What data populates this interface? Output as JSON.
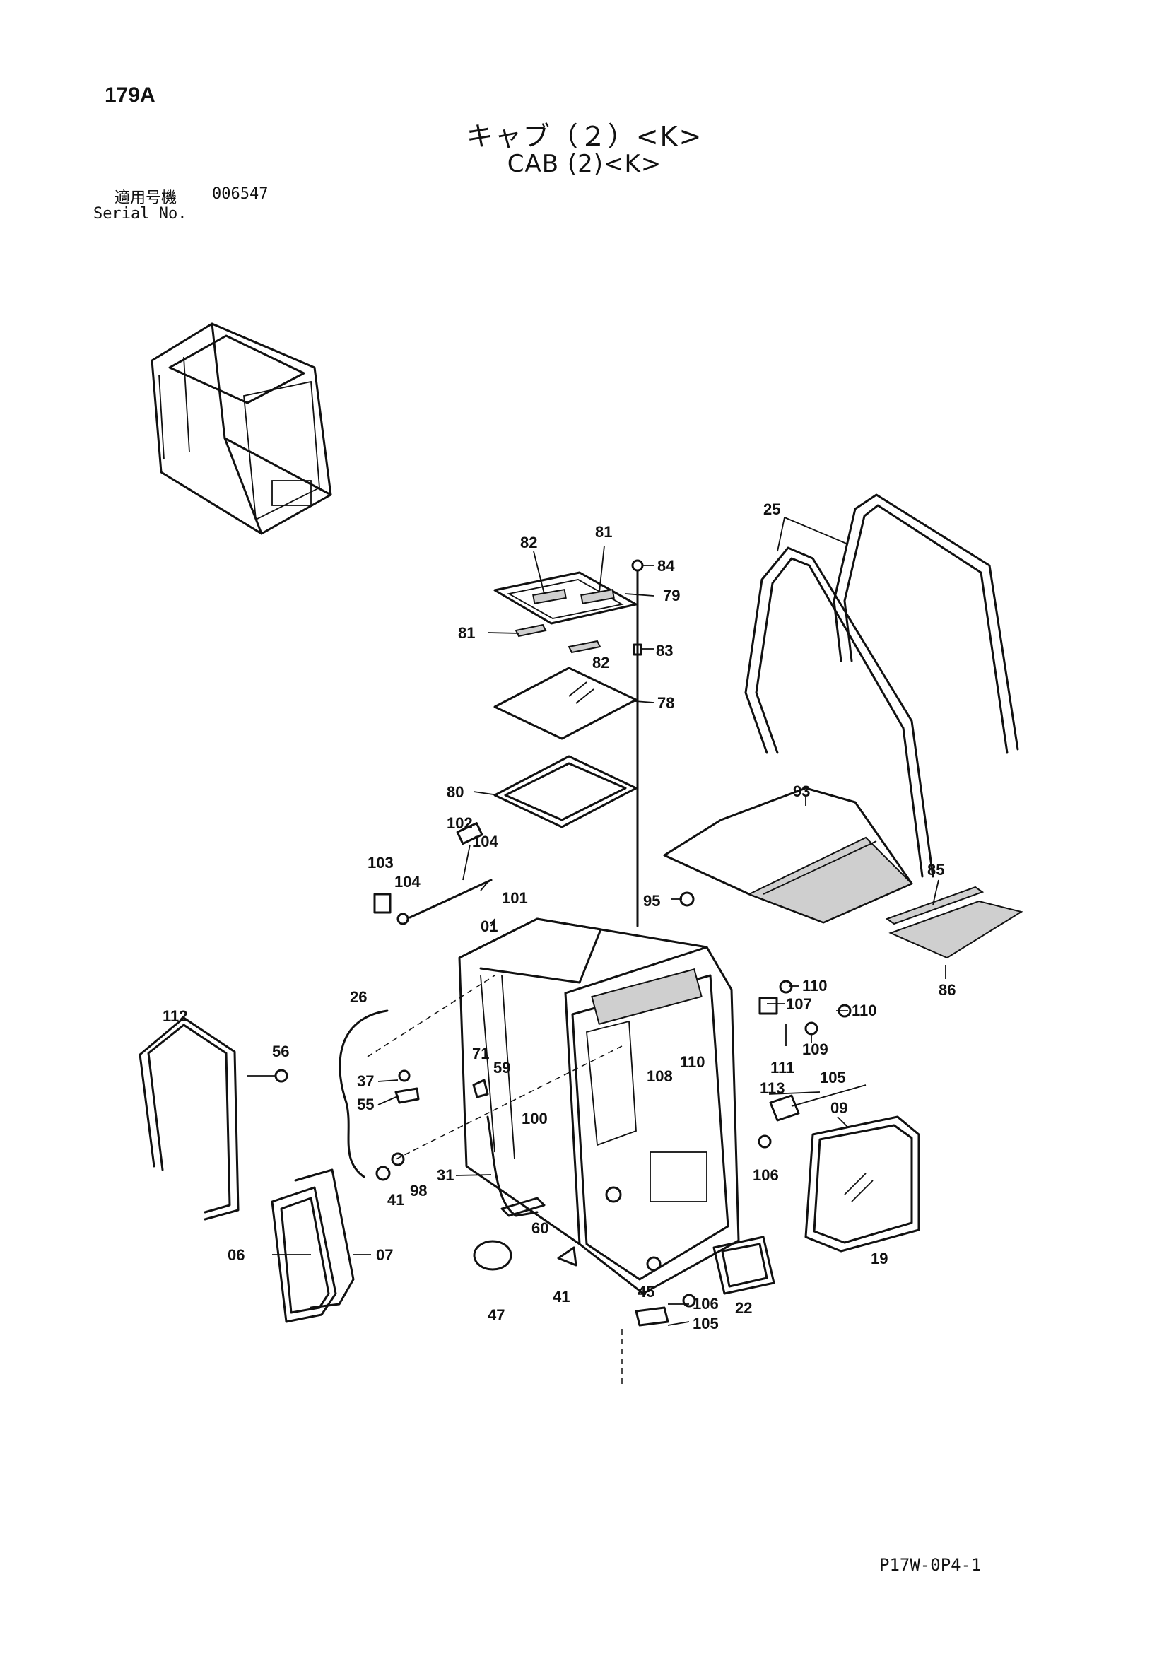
{
  "header": {
    "page_number": "179A",
    "title_ja": "キャブ（２）<K>",
    "title_en": "CAB (2)<K>",
    "serial_label_ja": "適用号機",
    "serial_value": "006547",
    "serial_label_en": "Serial No."
  },
  "footer": {
    "drawing_code": "P17W-0P4-1"
  },
  "callouts": [
    "82",
    "81",
    "84",
    "79",
    "81",
    "82",
    "83",
    "78",
    "80",
    "25",
    "93",
    "102",
    "104",
    "103",
    "104",
    "101",
    "95",
    "85",
    "01",
    "86",
    "26",
    "112",
    "56",
    "71",
    "59",
    "37",
    "55",
    "110",
    "107",
    "110",
    "111",
    "109",
    "108",
    "110",
    "113",
    "105",
    "09",
    "100",
    "106",
    "41",
    "98",
    "31",
    "60",
    "19",
    "06",
    "07",
    "22",
    "45",
    "106",
    "105",
    "47",
    "41"
  ]
}
